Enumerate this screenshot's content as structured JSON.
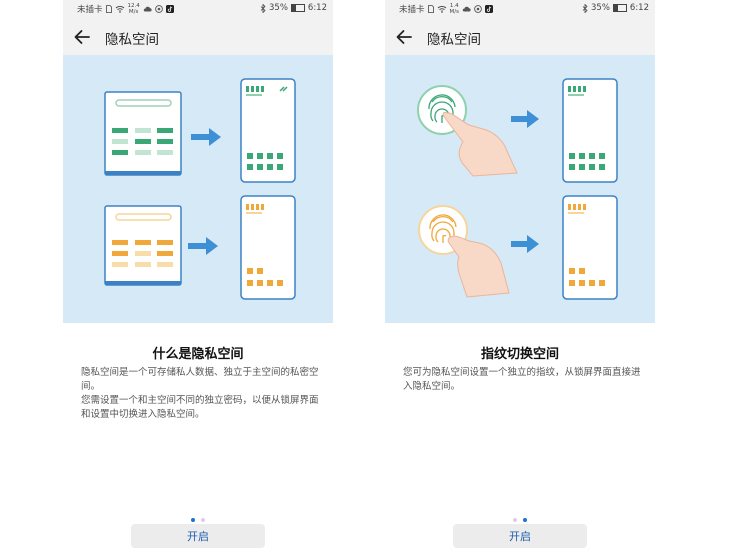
{
  "colors": {
    "accent": "#1e73d2",
    "illustration_bg": "#d6e9f7",
    "green": "#3aa776",
    "orange": "#f0a83b",
    "phone_blue": "#3b82c4"
  },
  "screens": [
    {
      "status": {
        "carrier": "未插卡",
        "speed_value": "12.4",
        "speed_unit": "M/s",
        "battery": "35%",
        "time": "6:12"
      },
      "page_title": "隐私空间",
      "heading": "什么是隐私空间",
      "paragraphs": [
        "隐私空间是一个可存储私人数据、独立于主空间的私密空间。",
        "您需设置一个和主空间不同的独立密码，以便从锁屏界面和设置中切换进入隐私空间。"
      ],
      "page_indicator": {
        "total": 2,
        "current": 1
      },
      "button_label": "开启"
    },
    {
      "status": {
        "carrier": "未插卡",
        "speed_value": "1.4",
        "speed_unit": "M/s",
        "battery": "35%",
        "time": "6:12"
      },
      "page_title": "隐私空间",
      "heading": "指纹切换空间",
      "paragraphs": [
        "您可为隐私空间设置一个独立的指纹，从锁屏界面直接进入隐私空间。"
      ],
      "page_indicator": {
        "total": 2,
        "current": 2
      },
      "button_label": "开启"
    }
  ]
}
